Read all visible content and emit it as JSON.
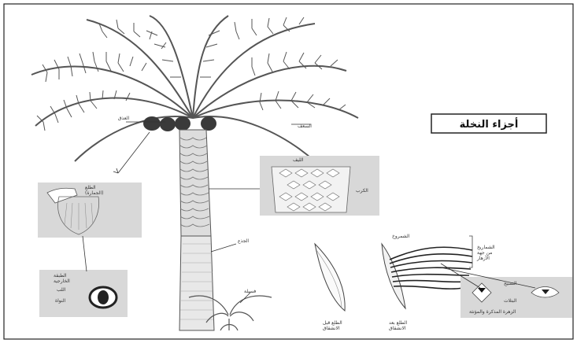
{
  "diagram": {
    "title": "أجزاء النخلة",
    "labels": {
      "spathe_leaf": "الطلع\n(الجمارة)",
      "leaf_tip": "السعف",
      "date_cluster": "العذق",
      "fiber": "الليف",
      "leaf_base": "الكرب",
      "trunk": "الجذع",
      "offshoot": "فسيلة",
      "seed_coat": "الطبقة\nالخارجية",
      "pulp": "اللب",
      "seed": "النواة",
      "closed_spathe": "الطلع قبل\nالانشقاق",
      "open_spathe": "الطلع بعد\nالانشقاق",
      "stalk": "الشمروخ",
      "flowers_cluster": "الشماريخ\nمن جهة\nالأزهار",
      "flower": "النسيج",
      "petal": "البتلات",
      "male_female": "الزهرة المذكرة والمؤنثة"
    }
  }
}
